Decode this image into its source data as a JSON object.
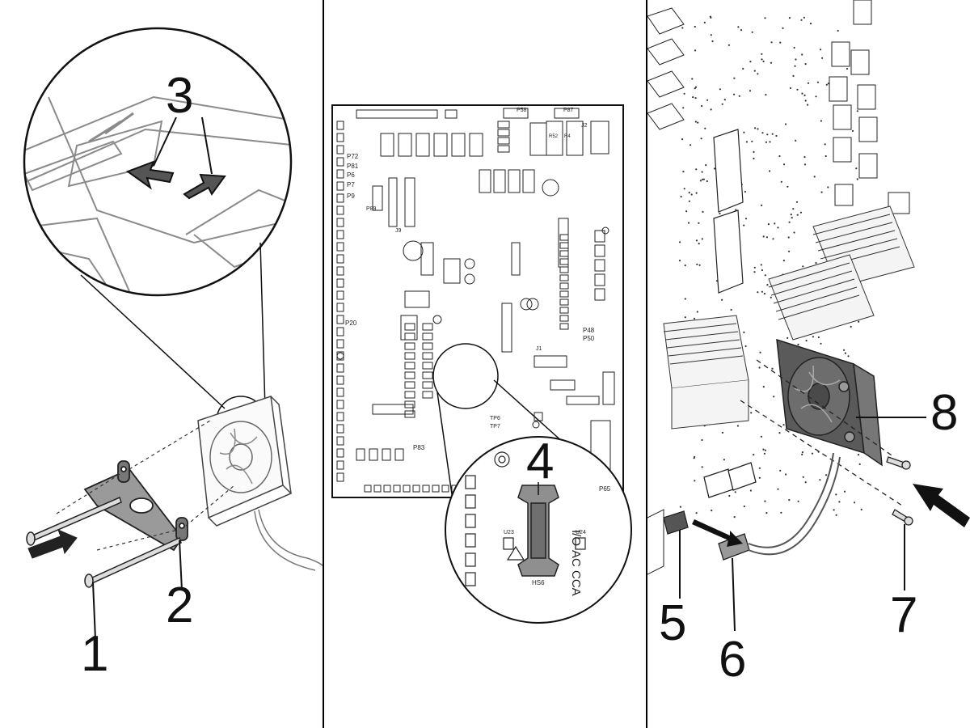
{
  "panels": [
    {
      "id": "fan-bracket",
      "callouts": [
        "1",
        "2",
        "3"
      ]
    },
    {
      "id": "io-board",
      "callouts": [
        "4"
      ]
    },
    {
      "id": "fan-install",
      "callouts": [
        "5",
        "6",
        "7",
        "8"
      ]
    }
  ],
  "callouts": {
    "c1": "1",
    "c2": "2",
    "c3": "3",
    "c4": "4",
    "c5": "5",
    "c6": "6",
    "c7": "7",
    "c8": "8"
  },
  "board": {
    "name": "I/O-AC CCA",
    "heatsink_label": "HS6",
    "labels": {
      "p72": "P72",
      "p81": "P81",
      "p6": "P6",
      "p7": "P7",
      "p9": "P9",
      "p89": "P89",
      "p20": "P20",
      "p83": "P83",
      "p65": "P65",
      "p48": "P48",
      "p50": "P50",
      "tp6": "TP6",
      "tp7": "TP7",
      "j2": "J2",
      "j1": "J1",
      "u23": "U23",
      "u24": "U24",
      "r52": "R52",
      "r4": "R4",
      "p58": "P58",
      "p87": "P87",
      "j9": "J9"
    }
  },
  "colors": {
    "line": "#111111",
    "gray": "#8a8a8a",
    "fan": "#5a5a5a",
    "heatsink": "#f2f2f2"
  }
}
